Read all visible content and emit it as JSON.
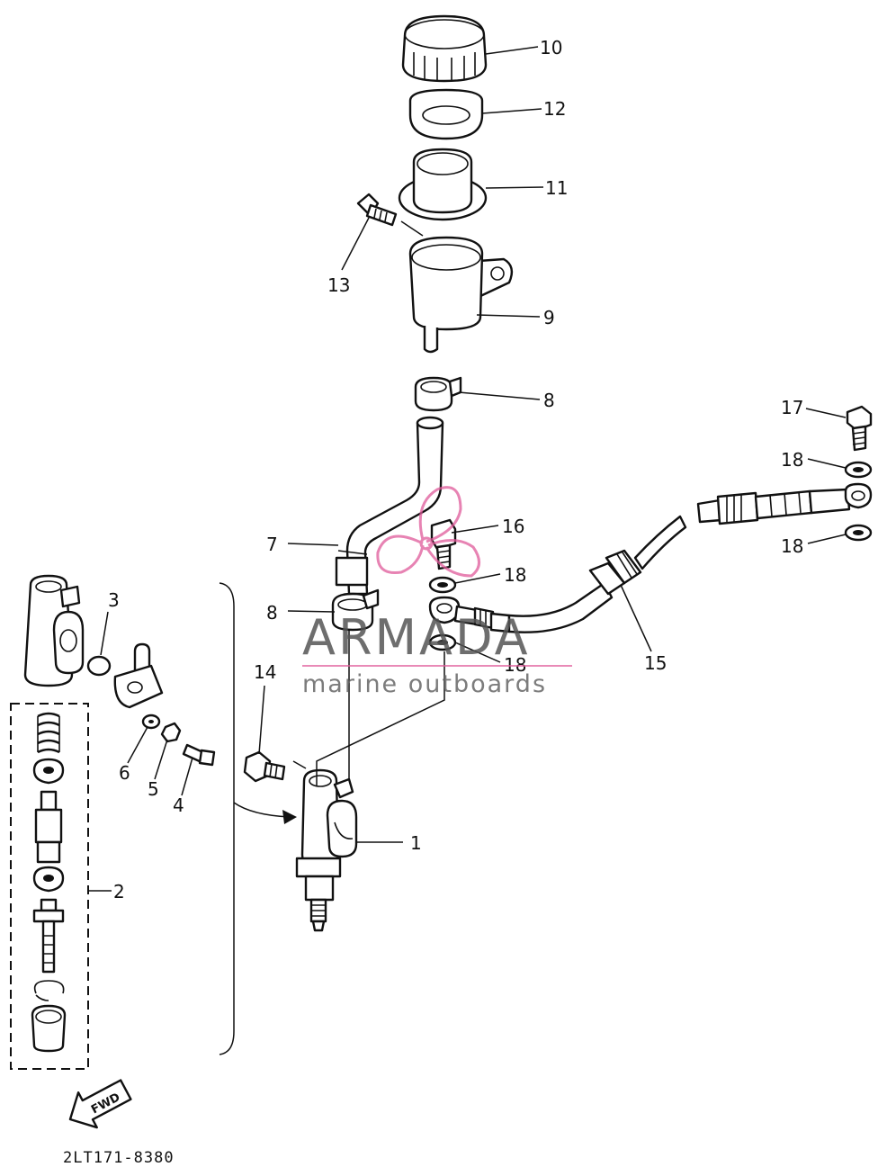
{
  "diagram": {
    "callouts": {
      "c1": "1",
      "c2": "2",
      "c3": "3",
      "c4": "4",
      "c5": "5",
      "c6": "6",
      "c7": "7",
      "c8a": "8",
      "c8b": "8",
      "c9": "9",
      "c10": "10",
      "c11": "11",
      "c12": "12",
      "c13": "13",
      "c14": "14",
      "c15": "15",
      "c16": "16",
      "c17": "17",
      "c18a": "18",
      "c18b": "18",
      "c18c": "18",
      "c18d": "18"
    },
    "fwd_label": "FWD",
    "drawing_code": "2LT171-8380"
  },
  "watermark": {
    "brand": "ARMADA",
    "tagline": "marine outboards",
    "accent_color": "#e05a9a",
    "text_color": "#555555"
  }
}
